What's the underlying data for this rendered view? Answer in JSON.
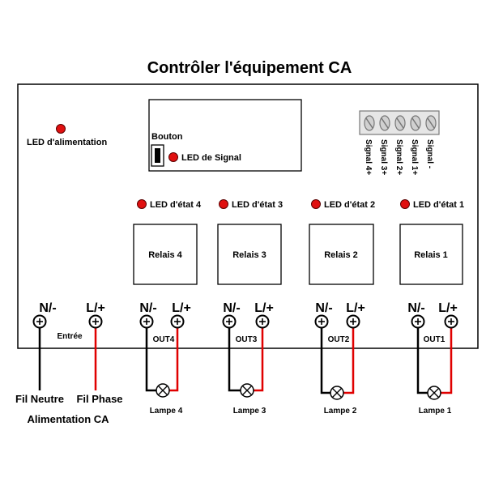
{
  "title": "Contrôler l'équipement CA",
  "power_led_label": "LED d'alimentation",
  "button_label": "Bouton",
  "signal_led_label": "LED de Signal",
  "signal_terminals": [
    "Signal 4+",
    "Signal 3+",
    "Signal 2+",
    "Signal 1+",
    "Signal -"
  ],
  "channels": [
    {
      "status_led": "LED d'état 4",
      "relay": "Relais 4",
      "out": "OUT4",
      "lamp": "Lampe 4"
    },
    {
      "status_led": "LED d'état 3",
      "relay": "Relais 3",
      "out": "OUT3",
      "lamp": "Lampe 3"
    },
    {
      "status_led": "LED d'état 2",
      "relay": "Relais 2",
      "out": "OUT2",
      "lamp": "Lampe 2"
    },
    {
      "status_led": "LED d'état 1",
      "relay": "Relais 1",
      "out": "OUT1",
      "lamp": "Lampe 1"
    }
  ],
  "terminal_neutral": "N/-",
  "terminal_live": "L/+",
  "input_label": "Entrée",
  "neutral_wire_label": "Fil Neutre",
  "phase_wire_label": "Fil Phase",
  "power_supply_label": "Alimentation CA",
  "colors": {
    "led": "#e01010",
    "live_wire": "#e00000",
    "neutral_wire": "#000000"
  }
}
